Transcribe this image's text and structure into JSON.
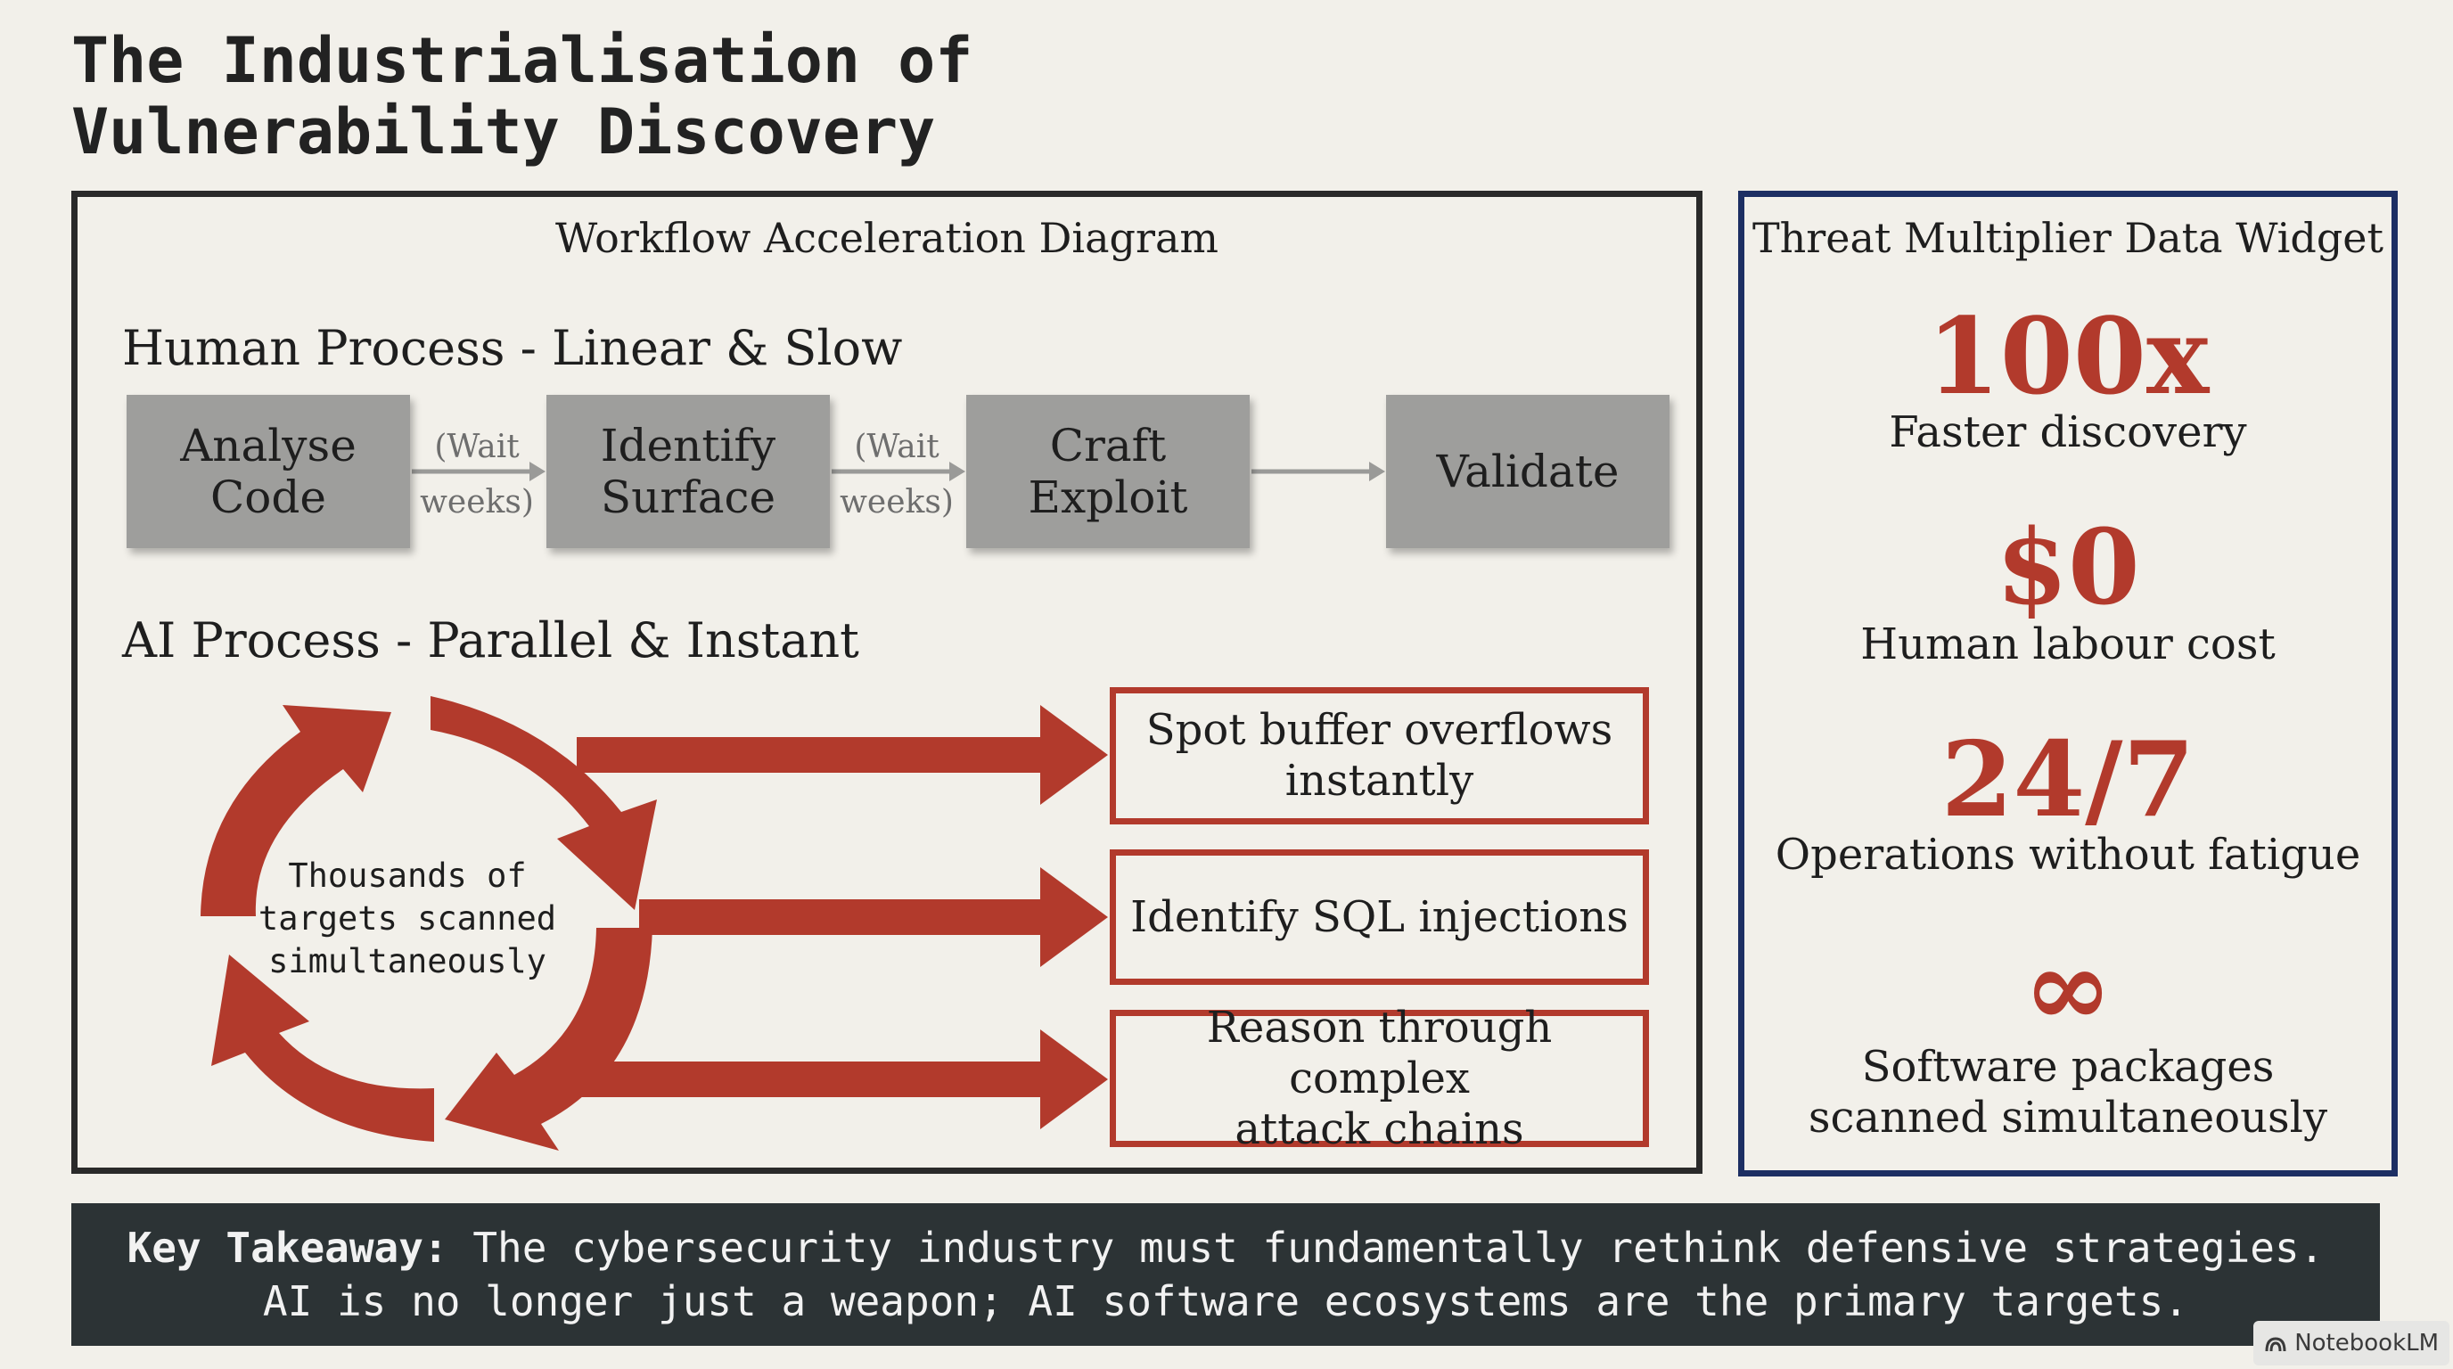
{
  "title": {
    "line1": "The Industrialisation of",
    "line2": "Vulnerability Discovery"
  },
  "workflow": {
    "heading": "Workflow Acceleration Diagram",
    "human": {
      "heading": "Human Process - Linear & Slow",
      "steps": [
        {
          "line1": "Analyse",
          "line2": "Code"
        },
        {
          "line1": "Identify",
          "line2": "Surface"
        },
        {
          "line1": "Craft",
          "line2": "Exploit"
        },
        {
          "line1": "Validate",
          "line2": ""
        }
      ],
      "wait": {
        "line1": "(Wait",
        "line2": "weeks)"
      }
    },
    "ai": {
      "heading": "AI Process - Parallel & Instant",
      "cycle": {
        "line1": "Thousands of",
        "line2": "targets scanned",
        "line3": "simultaneously"
      },
      "outcomes": [
        {
          "line1": "Spot buffer overflows",
          "line2": "instantly"
        },
        {
          "line1": "Identify SQL injections",
          "line2": ""
        },
        {
          "line1": "Reason through complex",
          "line2": "attack chains"
        }
      ]
    }
  },
  "widget": {
    "heading": "Threat Multiplier Data Widget",
    "metrics": [
      {
        "value": "100x",
        "line1": "Faster discovery",
        "line2": ""
      },
      {
        "value": "$0",
        "line1": "Human labour cost",
        "line2": ""
      },
      {
        "value": "24/7",
        "line1": "Operations without fatigue",
        "line2": ""
      },
      {
        "value": "∞",
        "line1": "Software packages",
        "line2": "scanned simultaneously"
      }
    ]
  },
  "takeaway": {
    "label": "Key Takeaway:",
    "line1": " The cybersecurity industry must fundamentally rethink defensive strategies.",
    "line2": "AI is no longer just a weapon; AI software ecosystems are the primary targets."
  },
  "badge": {
    "text": "NotebookLM",
    "icon": "notebooklm-logo-icon"
  },
  "colors": {
    "accent_red": "#b23a2c",
    "navy_border": "#1d2f63",
    "step_gray": "#9e9e9c",
    "footer_bg": "#2c3335",
    "background": "#f2f0ea"
  }
}
